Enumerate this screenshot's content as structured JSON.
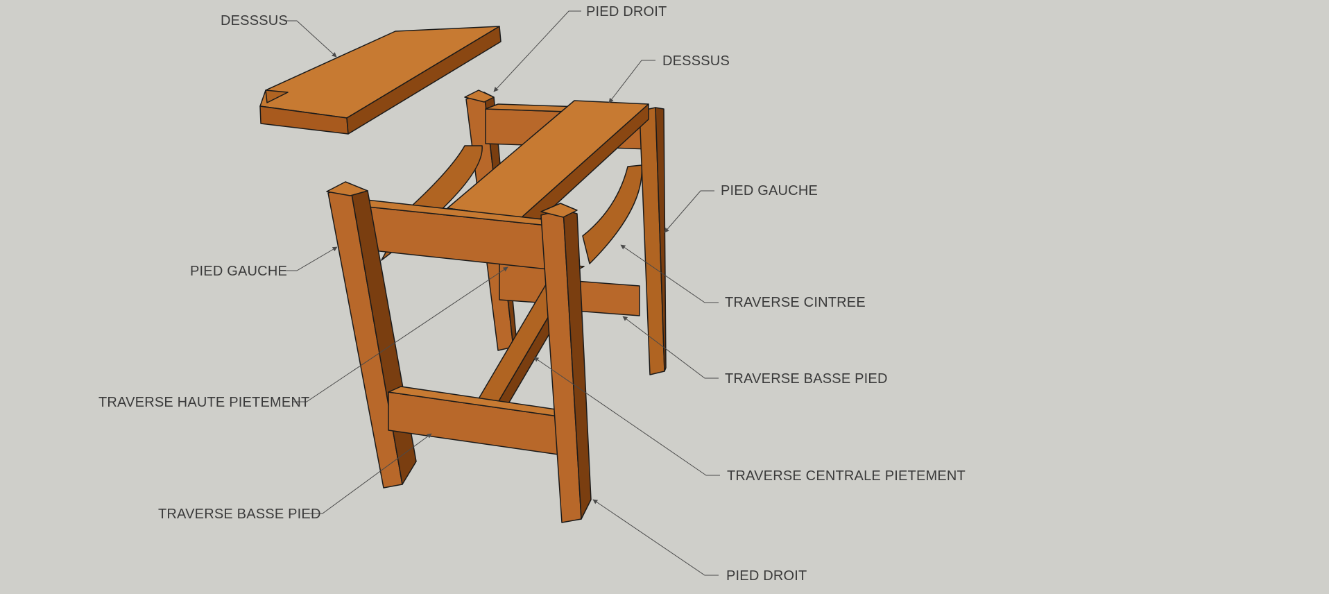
{
  "colors": {
    "background": "#cfcfca",
    "wood_top": "#c0722c",
    "wood_side": "#a85a1e",
    "wood_dark": "#7a3e10",
    "outline": "#1a1a1a",
    "leader": "#4a4a4a",
    "label": "#3a3a3a"
  },
  "labels": {
    "dessus_left": "DESSSUS",
    "pied_droit_top": "PIED DROIT",
    "dessus_right": "DESSSUS",
    "pied_gauche_right": "PIED GAUCHE",
    "pied_gauche_left": "PIED GAUCHE",
    "traverse_cintree": "TRAVERSE CINTREE",
    "traverse_basse_pied_right": "TRAVERSE BASSE PIED",
    "traverse_haute_pietement": "TRAVERSE HAUTE PIETEMENT",
    "traverse_centrale_pietement": "TRAVERSE CENTRALE PIETEMENT",
    "traverse_basse_pied_left": "TRAVERSE BASSE PIED",
    "pied_droit_bottom": "PIED DROIT"
  }
}
